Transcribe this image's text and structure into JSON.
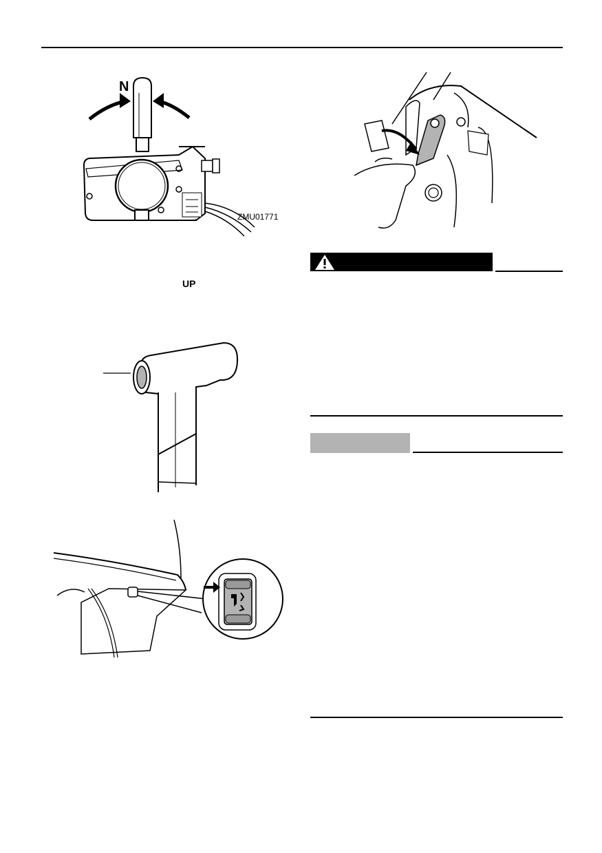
{
  "figures": {
    "remote_control": {
      "neutral_label": "N",
      "code": "ZMU01771"
    },
    "tilt_label": "UP"
  },
  "warning": {
    "icon": "warning-triangle-icon"
  },
  "note": {}
}
